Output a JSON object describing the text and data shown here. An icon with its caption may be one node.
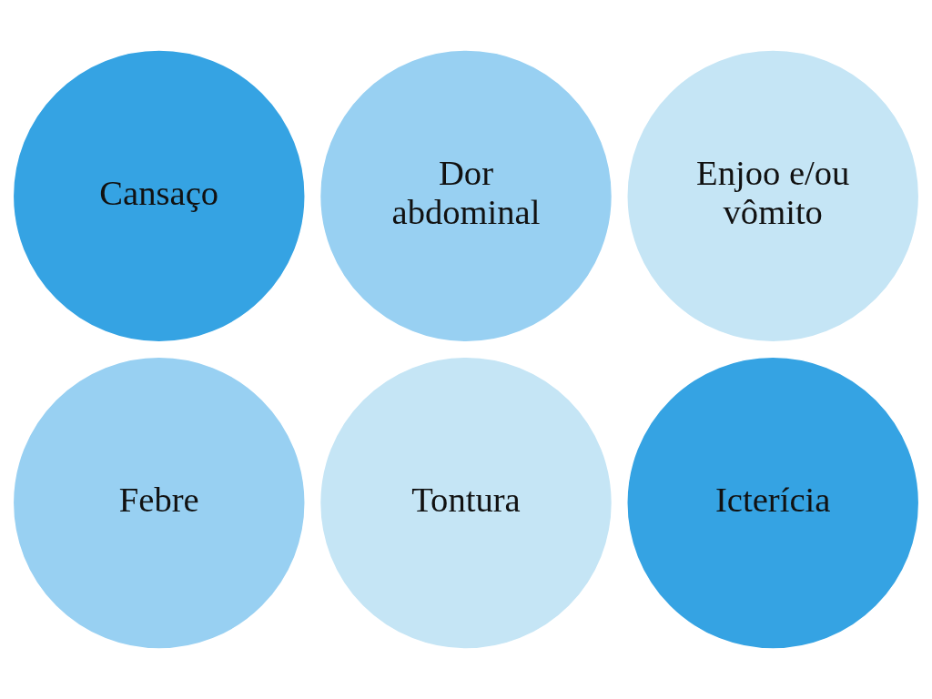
{
  "diagram": {
    "nodes": [
      {
        "text": [
          "Cansaço"
        ]
      },
      {
        "text": [
          "Dor abdominal"
        ]
      },
      {
        "text": [
          "Enjoo e/ou vômito"
        ]
      },
      {
        "text": [
          "Febre"
        ]
      },
      {
        "text": [
          "Tontura"
        ]
      },
      {
        "text": [
          "Icterícia"
        ]
      }
    ]
  }
}
